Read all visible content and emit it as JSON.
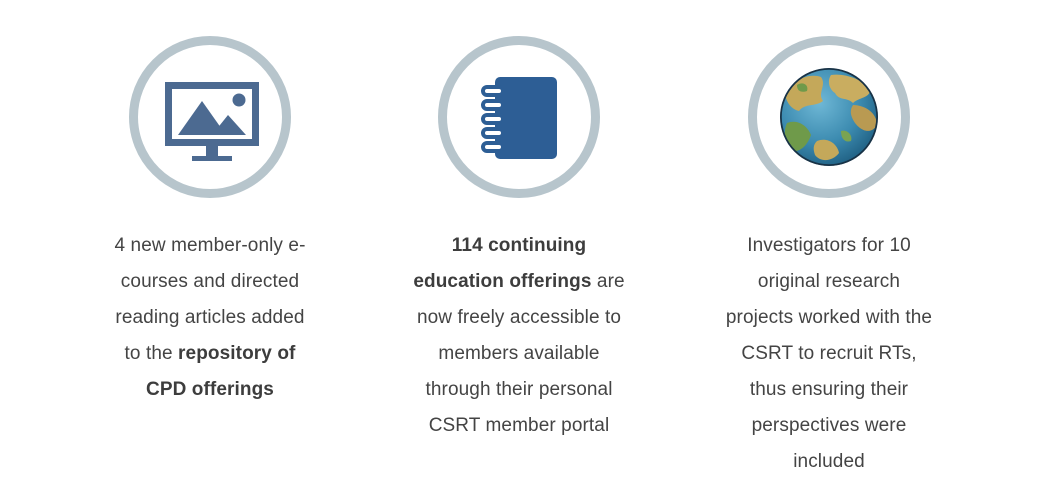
{
  "stats": [
    {
      "icon": "monitor-image-icon",
      "lines": [
        {
          "normal": "4 new member-only e-"
        },
        {
          "normal": "courses and directed"
        },
        {
          "normal": "reading articles added"
        },
        {
          "normal": "to the ",
          "bold": "repository of"
        },
        {
          "bold": "CPD offerings"
        }
      ]
    },
    {
      "icon": "notebook-icon",
      "lines": [
        {
          "bold": "114 continuing"
        },
        {
          "bold": "education offerings",
          "normal": " are"
        },
        {
          "normal": "now freely accessible to"
        },
        {
          "normal": "members available"
        },
        {
          "normal": "through their personal"
        },
        {
          "normal": "CSRT member portal"
        }
      ]
    },
    {
      "icon": "globe-icon",
      "lines": [
        {
          "normal": "Investigators for 10"
        },
        {
          "normal": "original research"
        },
        {
          "normal": "projects worked with the"
        },
        {
          "normal": "CSRT to recruit RTs,"
        },
        {
          "normal": "thus ensuring their"
        },
        {
          "normal": "perspectives were"
        },
        {
          "normal": "included"
        }
      ]
    }
  ],
  "colors": {
    "ring": "#b7c5cc",
    "monitor": "#4c6a91",
    "notebook": "#2d5e95",
    "globe_ocean": "#3c8bb0",
    "globe_land": "#c4a85a"
  }
}
